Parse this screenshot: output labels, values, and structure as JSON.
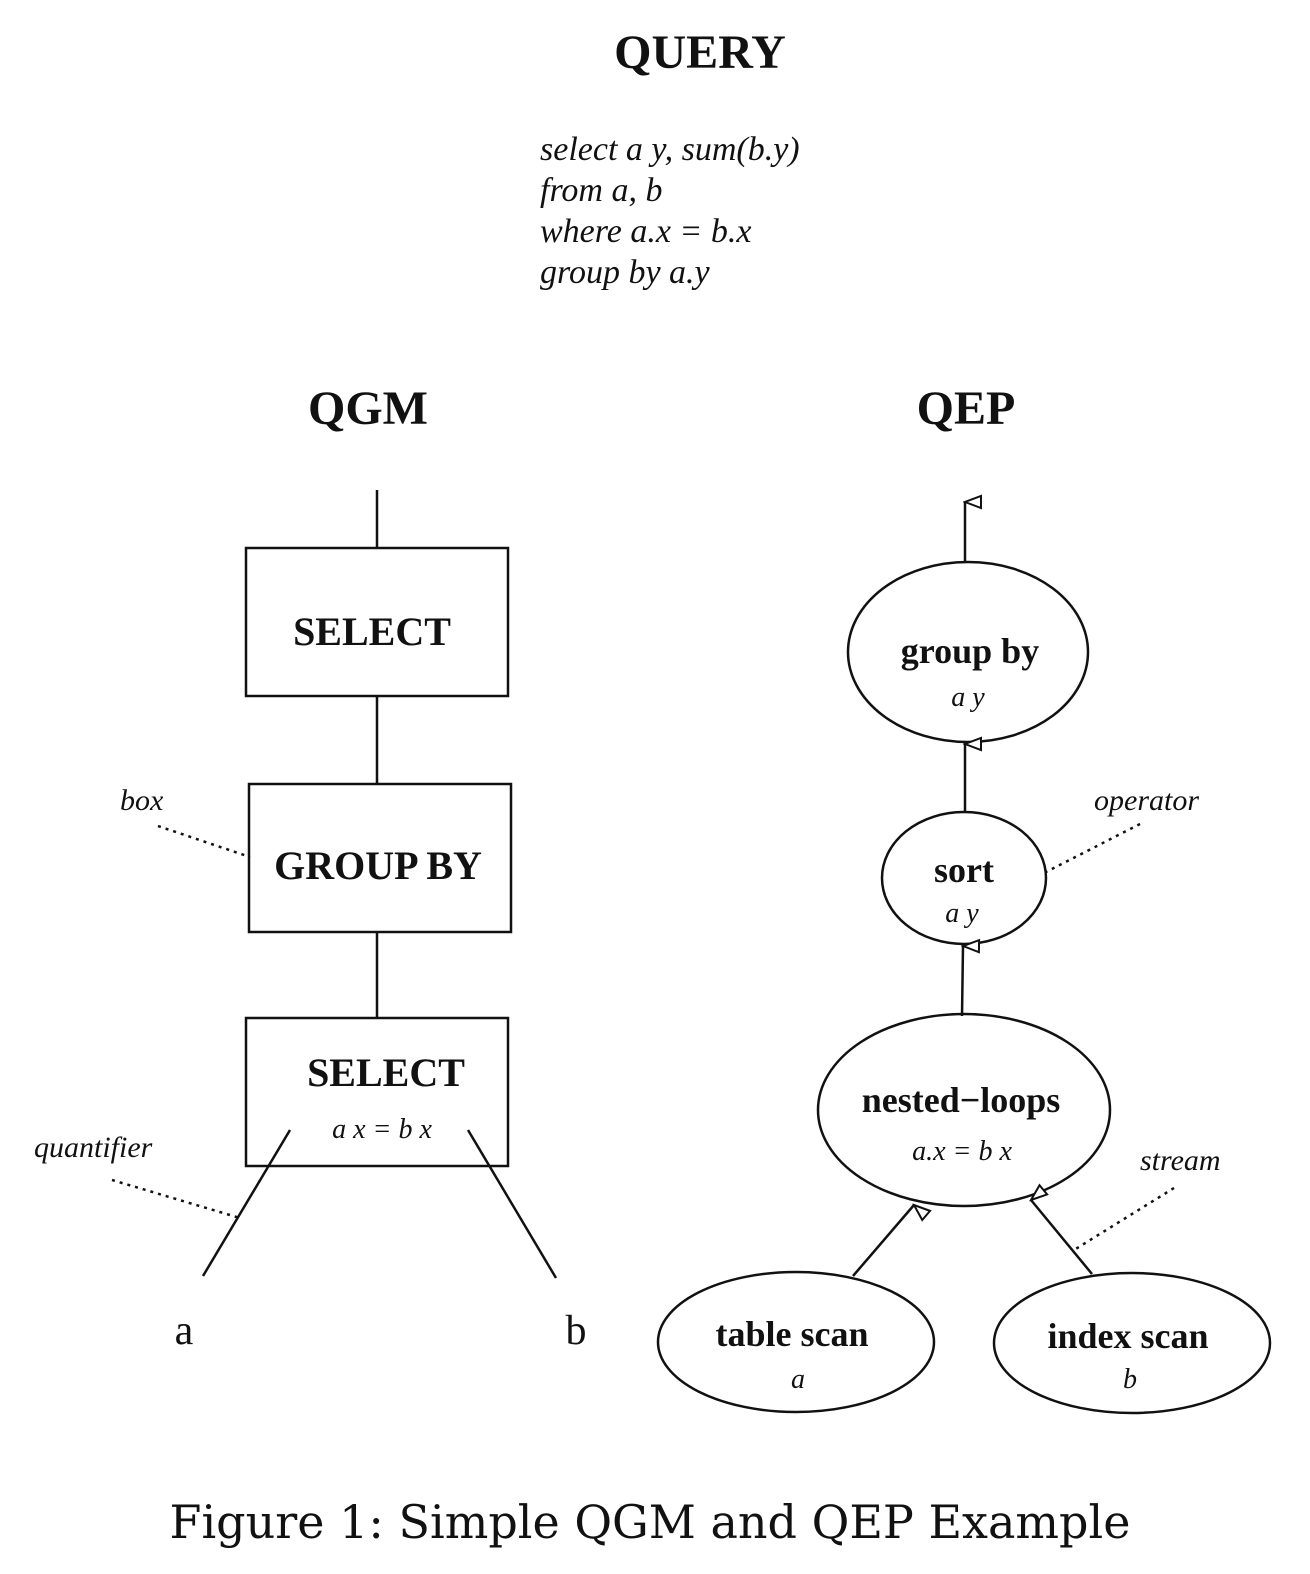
{
  "query": {
    "title": "QUERY",
    "lines": [
      "select a y, sum(b.y)",
      "from a, b",
      "where a.x = b.x",
      "group by a.y"
    ]
  },
  "qgm": {
    "title": "QGM",
    "boxes": [
      {
        "label": "SELECT",
        "sub": ""
      },
      {
        "label": "GROUP BY",
        "sub": ""
      },
      {
        "label": "SELECT",
        "sub": "a x = b x"
      }
    ],
    "leaves": [
      "a",
      "b"
    ],
    "annotations": {
      "box": "box",
      "quantifier": "quantifier"
    }
  },
  "qep": {
    "title": "QEP",
    "operators": [
      {
        "label": "group by",
        "sub": "a y"
      },
      {
        "label": "sort",
        "sub": "a y"
      },
      {
        "label": "nested−loops",
        "sub": "a.x = b x"
      },
      {
        "label": "table scan",
        "sub": "a"
      },
      {
        "label": "index scan",
        "sub": "b"
      }
    ],
    "annotations": {
      "operator": "operator",
      "stream": "stream"
    }
  },
  "caption": "Figure 1: Simple QGM and QEP Example"
}
